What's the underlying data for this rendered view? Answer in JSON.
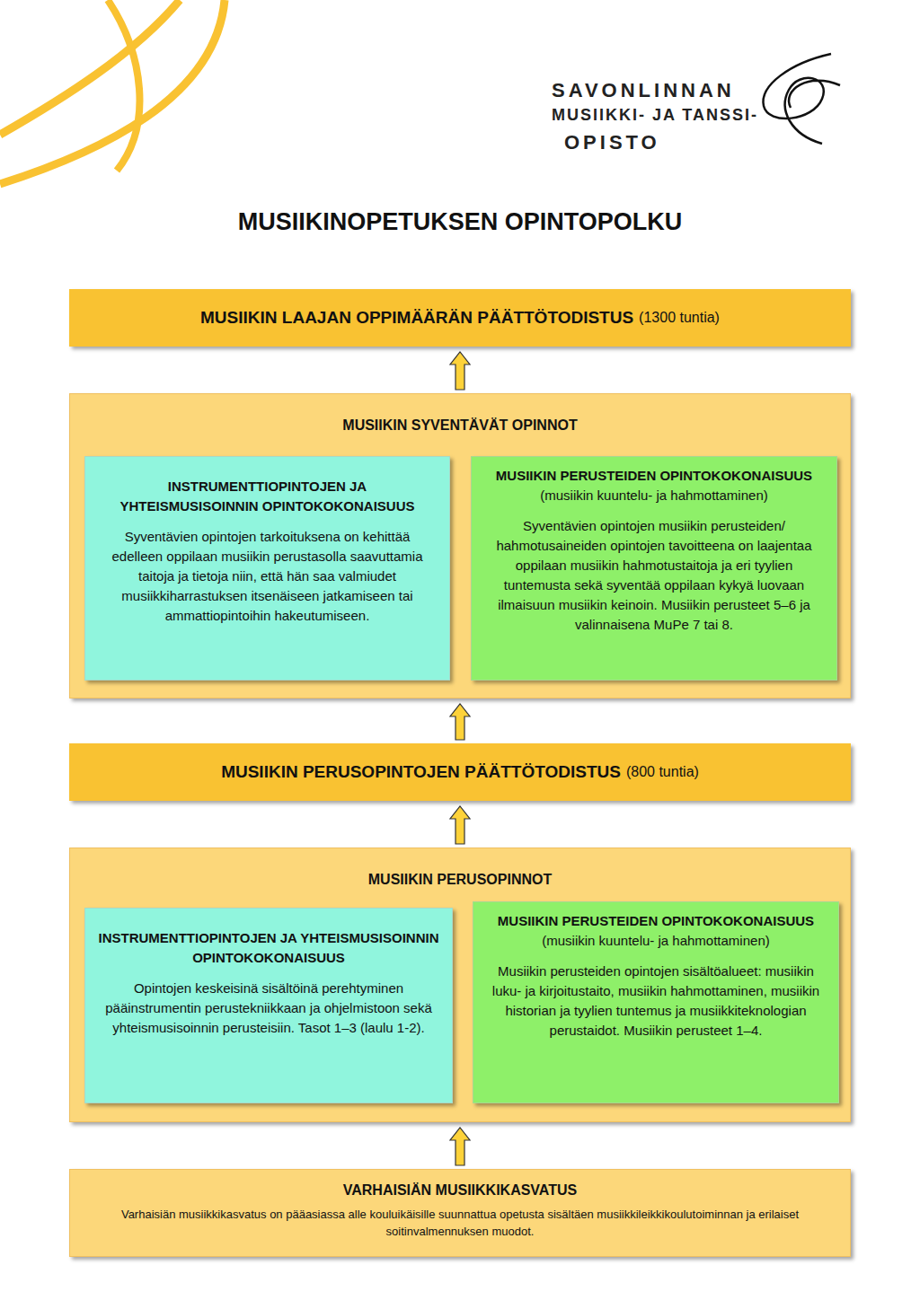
{
  "diagram": {
    "title": "MUSIIKINOPETUKSEN OPINTOPOLKU",
    "nodes": [
      {
        "text": [
          "MUSIIKIN LAAJAN OPPIMÄÄRÄN PÄÄTTÖTODISTUS",
          "(1300 tuntia)"
        ]
      },
      {
        "text": [
          "MUSIIKIN SYVENTÄVÄT OPINNOT"
        ]
      },
      {
        "text": [
          "INSTRUMENTTIOPINTOJEN JA YHTEISMUSISOINNIN OPINTOKOKONAISUUS",
          "Syventävien opintojen tarkoituksena on kehittää edelleen oppilaan musiikin perustasolla saavuttamia taitoja ja tietoja niin, että hän saa valmiudet musiikkiharrastuksen itsenäiseen jatkamiseen tai ammattiopintoihin hakeutumiseen."
        ],
        "in": 1
      },
      {
        "text": [
          "MUSIIKIN PERUSTEIDEN OPINTOKOKONAISUUS",
          "(musiikin kuuntelu- ja hahmottaminen)",
          "Syventävien opintojen musiikin perusteiden/ hahmotusaineiden opintojen tavoitteena on laajentaa oppilaan musiikin hahmotustaitoja ja eri tyylien tuntemusta sekä syventää oppilaan kykyä luovaan ilmaisuun musiikin keinoin. Musiikin perusteet 5–6 ja valinnaisena MuPe 7 tai 8."
        ],
        "in": 1
      },
      {
        "text": [
          "MUSIIKIN PERUSOPINTOJEN PÄÄTTÖTODISTUS",
          "(800 tuntia)"
        ]
      },
      {
        "text": [
          "MUSIIKIN PERUSOPINNOT"
        ]
      },
      {
        "text": [
          "INSTRUMENTTIOPINTOJEN JA YHTEISMUSISOINNIN OPINTOKOKONAISUUS",
          "Opintojen keskeisinä sisältöinä perehtyminen pääinstrumentin perustekniikkaan ja ohjelmistoon sekä yhteismusisoinnin perusteisiin. Tasot 1–3 (laulu 1-2)."
        ],
        "in": 5
      },
      {
        "text": [
          "MUSIIKIN PERUSTEIDEN OPINTOKOKONAISUUS",
          "(musiikin kuuntelu- ja hahmottaminen)",
          "Musiikin perusteiden opintojen sisältöalueet: musiikin luku- ja kirjoitustaito, musiikin hahmottaminen, musiikin historian ja tyylien tuntemus ja musiikkiteknologian perustaidot. Musiikin perusteet 1–4."
        ],
        "in": 5
      },
      {
        "text": [
          "VARHAISIÄN MUSIIKKIKASVATUS",
          "Varhaisiän musiikkikasvatus on pääasiassa alle kouluikäisille suunnattua opetusta sisältäen musiikkileikkikoulutoiminnan ja erilaiset soitinvalmennuksen muodot."
        ]
      }
    ],
    "edges": [
      {
        "from": 1,
        "to": 0,
        "arrow": "to"
      },
      {
        "from": 4,
        "to": 1,
        "arrow": "to"
      },
      {
        "from": 5,
        "to": 4,
        "arrow": "to"
      },
      {
        "from": 8,
        "to": 5,
        "arrow": "to"
      }
    ],
    "labels": [
      "SAVONLINNAN",
      "MUSIIKKI- JA TANSSI-",
      "OPISTO"
    ]
  }
}
